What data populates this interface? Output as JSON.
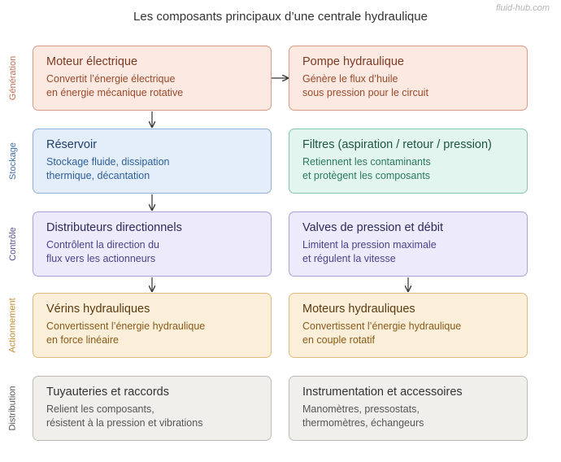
{
  "title": "Les composants principaux d’une centrale hydraulique",
  "watermark": "fluid-hub.com",
  "colors": {
    "generation": {
      "fill": "#fbe9e2",
      "border": "#d99a86",
      "title": "#7a3b22",
      "text": "#9a4a2a",
      "label": "#c2704f"
    },
    "stockage": {
      "fill": "#e4eefb",
      "border": "#8fb0d8",
      "title": "#1f3f66",
      "text": "#2d5f99",
      "label": "#3d6fa8"
    },
    "filtres": {
      "fill": "#e2f5ee",
      "border": "#84c6ad",
      "title": "#1d5443",
      "text": "#2b7a5e",
      "label": "#3d6fa8"
    },
    "controle": {
      "fill": "#eceafb",
      "border": "#a8a2d8",
      "title": "#2e2a5a",
      "text": "#4a438a",
      "label": "#5a52a0"
    },
    "actionnement": {
      "fill": "#fbefd9",
      "border": "#e0b87a",
      "title": "#5a3b10",
      "text": "#8a5a18",
      "label": "#c28a30"
    },
    "distribution": {
      "fill": "#f0efeb",
      "border": "#bdbbb4",
      "title": "#333333",
      "text": "#555555",
      "label": "#555555"
    }
  },
  "rows": [
    {
      "label": "Génération"
    },
    {
      "label": "Stockage"
    },
    {
      "label": "Contrôle"
    },
    {
      "label": "Actionnement"
    },
    {
      "label": "Distribution"
    }
  ],
  "boxes": {
    "moteur": {
      "title": "Moteur électrique",
      "line1": "Convertit l’énergie électrique",
      "line2": "en énergie mécanique rotative"
    },
    "pompe": {
      "title": "Pompe hydraulique",
      "line1": "Génère le flux d’huile",
      "line2": "sous pression pour le circuit"
    },
    "reservoir": {
      "title": "Réservoir",
      "line1": "Stockage fluide, dissipation",
      "line2": "thermique, décantation"
    },
    "filtres": {
      "title": "Filtres (aspiration / retour / pression)",
      "line1": "Retiennent les contaminants",
      "line2": "et protègent les composants"
    },
    "distributeurs": {
      "title": "Distributeurs directionnels",
      "line1": "Contrôlent la direction du",
      "line2": "flux vers les actionneurs"
    },
    "valves": {
      "title": "Valves de pression et débit",
      "line1": "Limitent la pression maximale",
      "line2": "et régulent la vitesse"
    },
    "verins": {
      "title": "Vérins hydrauliques",
      "line1": "Convertissent l’énergie hydraulique",
      "line2": "en force linéaire"
    },
    "moteurs_hyd": {
      "title": "Moteurs hydrauliques",
      "line1": "Convertissent l’énergie hydraulique",
      "line2": "en couple rotatif"
    },
    "tuyauteries": {
      "title": "Tuyauteries et raccords",
      "line1": "Relient les composants,",
      "line2": "résistent à la pression et vibrations"
    },
    "instrumentation": {
      "title": "Instrumentation et accessoires",
      "line1": "Manomètres, pressostats,",
      "line2": "thermomètres, échangeurs"
    }
  }
}
